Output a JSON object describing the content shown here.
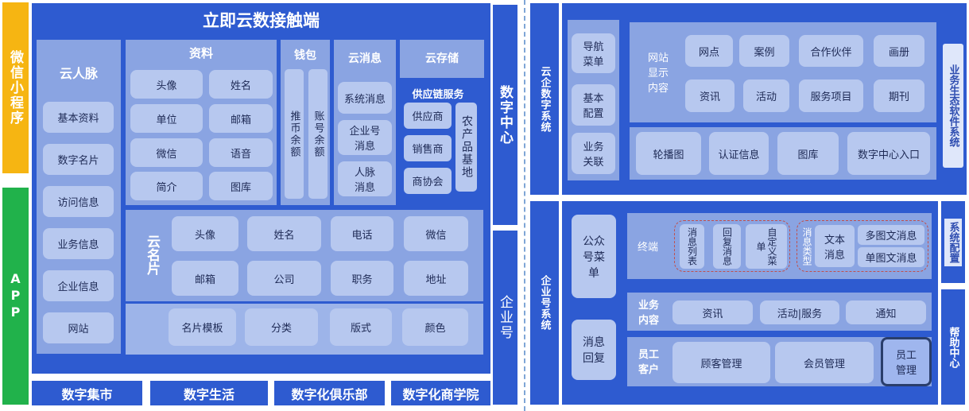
{
  "left": {
    "wechat_label": "微信小程序",
    "app_label": "APP",
    "main_title": "立即云数接触端",
    "renmai": {
      "title": "云人脉",
      "items": [
        "基本资料",
        "数字名片",
        "访问信息",
        "业务信息",
        "企业信息",
        "网站"
      ]
    },
    "ziliao": {
      "title": "资料",
      "items": [
        "头像",
        "姓名",
        "单位",
        "邮箱",
        "微信",
        "语音",
        "简介",
        "图库"
      ]
    },
    "qianbao": {
      "title": "钱包",
      "items": [
        "推币余额",
        "账号余额"
      ]
    },
    "yunxiaoxi": {
      "title": "云消息",
      "items": [
        "系统消息",
        "企业号\n消息",
        "人脉\n消息"
      ]
    },
    "yuncunchu": {
      "title": "云存储",
      "supply_title": "供应链服务",
      "items": [
        "供应商",
        "销售商",
        "商协会"
      ],
      "side": "农产品基地"
    },
    "mingpian": {
      "title": "云名片",
      "row1": [
        "头像",
        "姓名",
        "电话",
        "微信"
      ],
      "row2": [
        "邮箱",
        "公司",
        "职务",
        "地址"
      ],
      "row3": [
        "名片模板",
        "分类",
        "版式",
        "颜色"
      ]
    },
    "bottom": [
      "数字集市",
      "数字生活",
      "数字化俱乐部",
      "数字化商学院"
    ],
    "digital_center": "数字中心",
    "enterprise": "企业号"
  },
  "right": {
    "top_side": "云企数字系统",
    "top_right": "业务生态软件系统",
    "nav": [
      "导航\n菜单",
      "基本\n配置",
      "业务\n关联"
    ],
    "site_label": "网站\n显示\n内容",
    "site_row1": [
      "网点",
      "案例",
      "合作伙伴",
      "画册"
    ],
    "site_row2": [
      "资讯",
      "活动",
      "服务项目",
      "期刊"
    ],
    "site_row3": [
      "轮播图",
      "认证信息",
      "图库",
      "数字中心入口"
    ],
    "bottom_side": "企业号系统",
    "gzh_menu": "公众\n号菜\n单",
    "msg_reply": "消息\n回复",
    "terminal": "终端",
    "term_items": [
      "消息列表",
      "回复消息",
      "自定义菜单"
    ],
    "msg_type": "消息类型",
    "text_msg": "文本\n消息",
    "multi_msg": "多图文消息",
    "single_msg": "单图文消息",
    "biz_content": "业务\n内容",
    "biz_items": [
      "资讯",
      "活动|服务",
      "通知"
    ],
    "staff_label": "员工\n客户",
    "staff_items": [
      "顾客管理",
      "会员管理"
    ],
    "staff_mgmt": "员工\n管理",
    "sys_config": "系统配置",
    "help": "帮助中心"
  }
}
